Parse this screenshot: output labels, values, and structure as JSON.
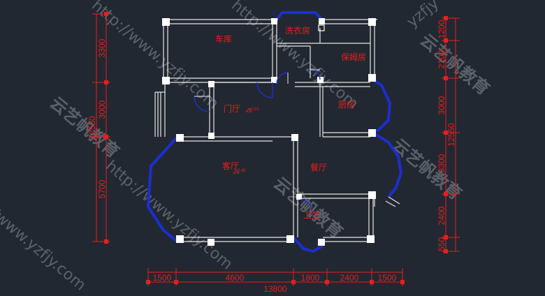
{
  "plan": {
    "rooms": {
      "garage": "车库",
      "laundry": "洗衣房",
      "nanny": "保姆房",
      "foyer": "门厅",
      "kitchen": "厨房",
      "living": "客厅",
      "dining": "餐厅",
      "bath": "卫生"
    },
    "elevations": {
      "foyer": "±0.00",
      "living": "-0.45"
    }
  },
  "dimensions": {
    "bottom": [
      "1500",
      "4600",
      "1800",
      "2400",
      "1500"
    ],
    "bottom_total": "13800",
    "left": [
      "3300",
      "3000",
      "5700"
    ],
    "left_total": "12550",
    "right": [
      "1200",
      "2100",
      "3000",
      "3300",
      "2400",
      "550"
    ],
    "right_total": "12550"
  },
  "watermarks": {
    "url": "http://www.yzfjy.com",
    "brand": "云艺帆教育",
    "url_fragment": "yzfjy"
  },
  "colors": {
    "background": "#222831",
    "wall": "#e6e6e6",
    "bay_wall": "#1a2fd0",
    "dimension": "#e81e1e"
  }
}
